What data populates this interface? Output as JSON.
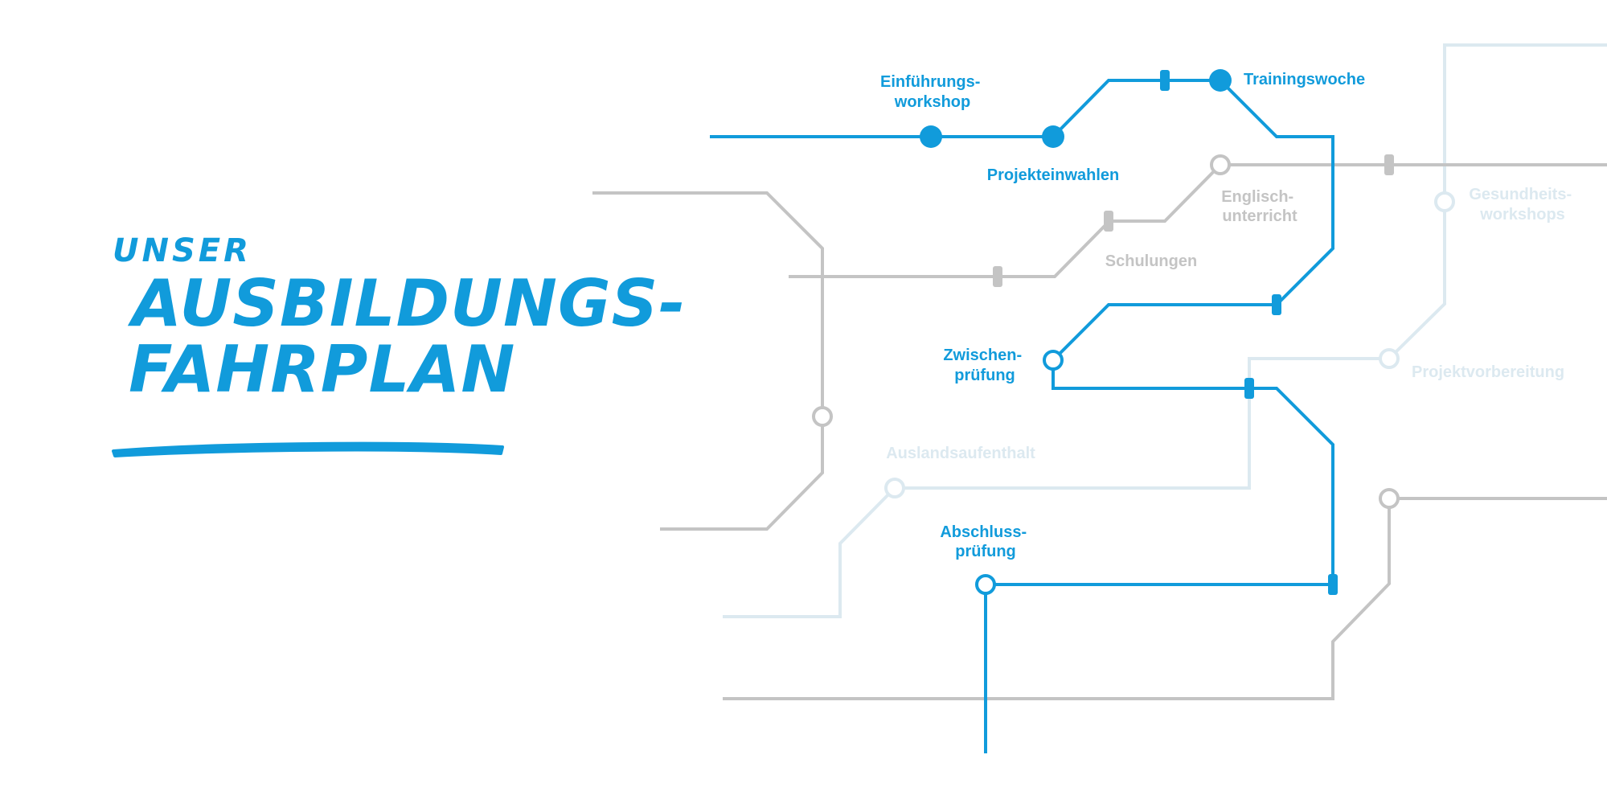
{
  "title": {
    "line1": "UNSER",
    "line2": "AUSBILDUNGS-",
    "line3": "FAHRPLAN"
  },
  "colors": {
    "accent": "#119bdb",
    "grey_line": "#c4c4c4",
    "light_line": "#dce9f0",
    "background": "#ffffff"
  },
  "stations": {
    "einfuehrung": [
      "Einführungs-",
      "workshop"
    ],
    "projekteinwahlen": [
      "Projekteinwahlen"
    ],
    "trainingswoche": [
      "Trainingswoche"
    ],
    "englisch": [
      "Englisch-",
      "unterricht"
    ],
    "schulungen": [
      "Schulungen"
    ],
    "gesundheit": [
      "Gesundheits-",
      "workshops"
    ],
    "zwischen": [
      "Zwischen-",
      "prüfung"
    ],
    "projektvorbereitung": [
      "Projektvorbereitung"
    ],
    "ausland": [
      "Auslandsaufenthalt"
    ],
    "abschluss": [
      "Abschluss-",
      "prüfung"
    ]
  }
}
